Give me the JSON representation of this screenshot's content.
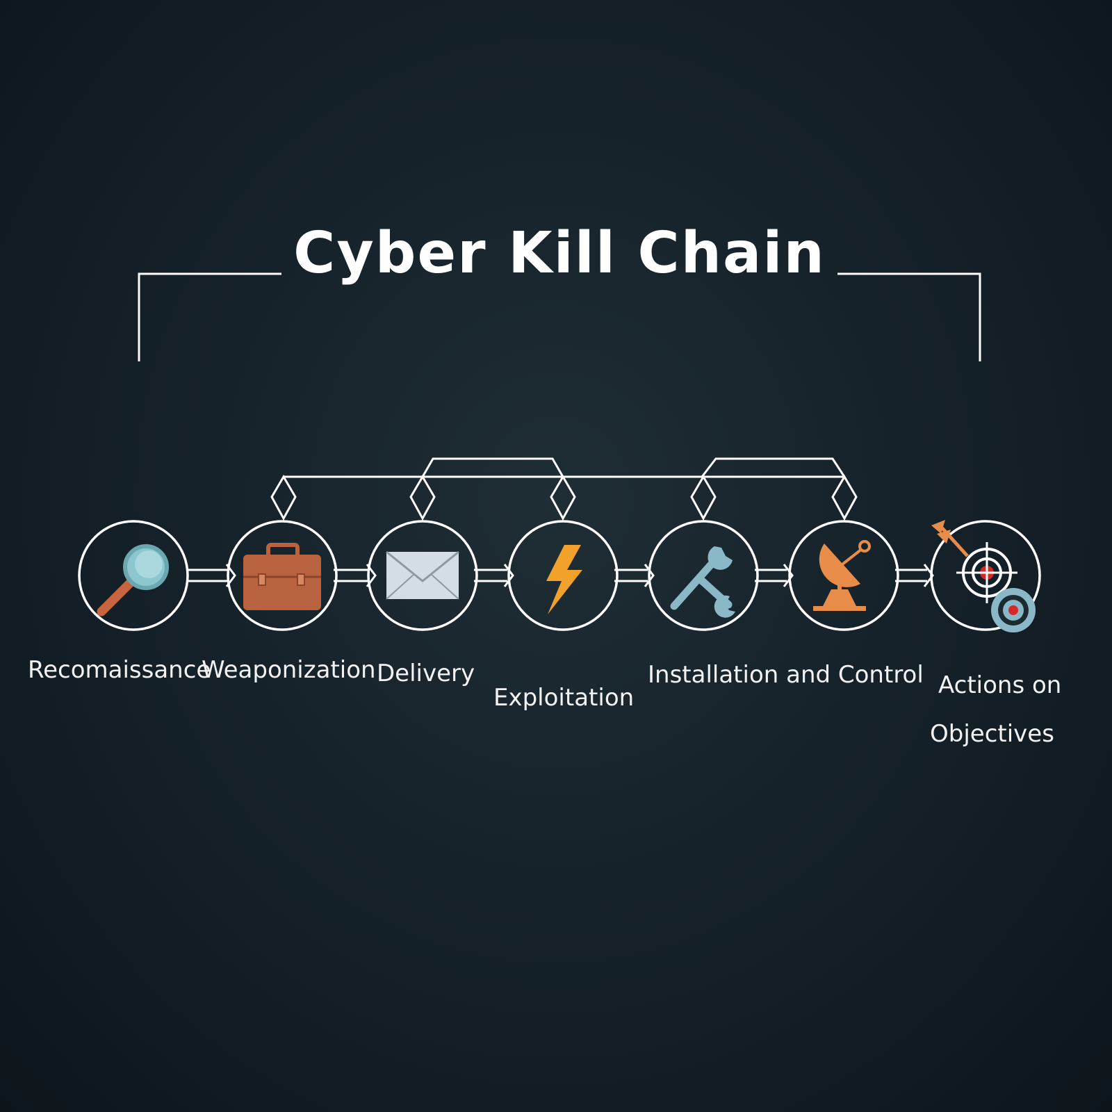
{
  "title": "Cyber Kill Chain",
  "stages": [
    {
      "label": "Recomaissance",
      "icon": "magnifying-glass-icon"
    },
    {
      "label": "Weaponization",
      "icon": "briefcase-icon"
    },
    {
      "label": "Delivery",
      "icon": "envelope-icon"
    },
    {
      "label": "Exploitation",
      "icon": "lightning-bolt-icon"
    },
    {
      "label": "Installation and Control",
      "icon": "wrench-icon"
    },
    {
      "label": "",
      "icon": "satellite-dish-icon"
    },
    {
      "label": "Actions on",
      "label_line2": "Objectives",
      "icon": "target-icon"
    }
  ],
  "colors": {
    "background": "#16222a",
    "stroke": "#ffffff",
    "magnifier_lens": "#8cc6cf",
    "magnifier_handle": "#c8643e",
    "briefcase": "#b8623f",
    "envelope": "#d5dde4",
    "bolt": "#f2a22a",
    "wrench": "#8ab8c6",
    "dish": "#e88c4a",
    "target_red": "#d62828"
  }
}
